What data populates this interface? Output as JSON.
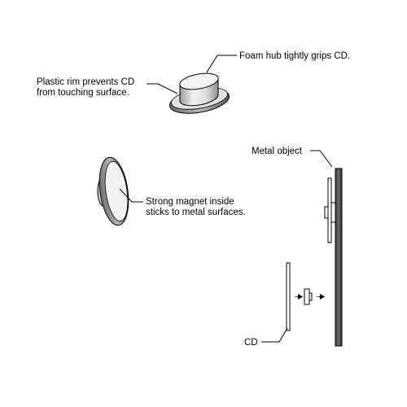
{
  "labels": {
    "foam_hub": "Foam hub tightly grips CD.",
    "plastic_rim_line1": "Plastic rim prevents CD",
    "plastic_rim_line2": "from touching surface.",
    "magnet_line1": "Strong magnet inside",
    "magnet_line2": "sticks to metal surfaces.",
    "metal_object": "Metal object",
    "cd": "CD"
  }
}
